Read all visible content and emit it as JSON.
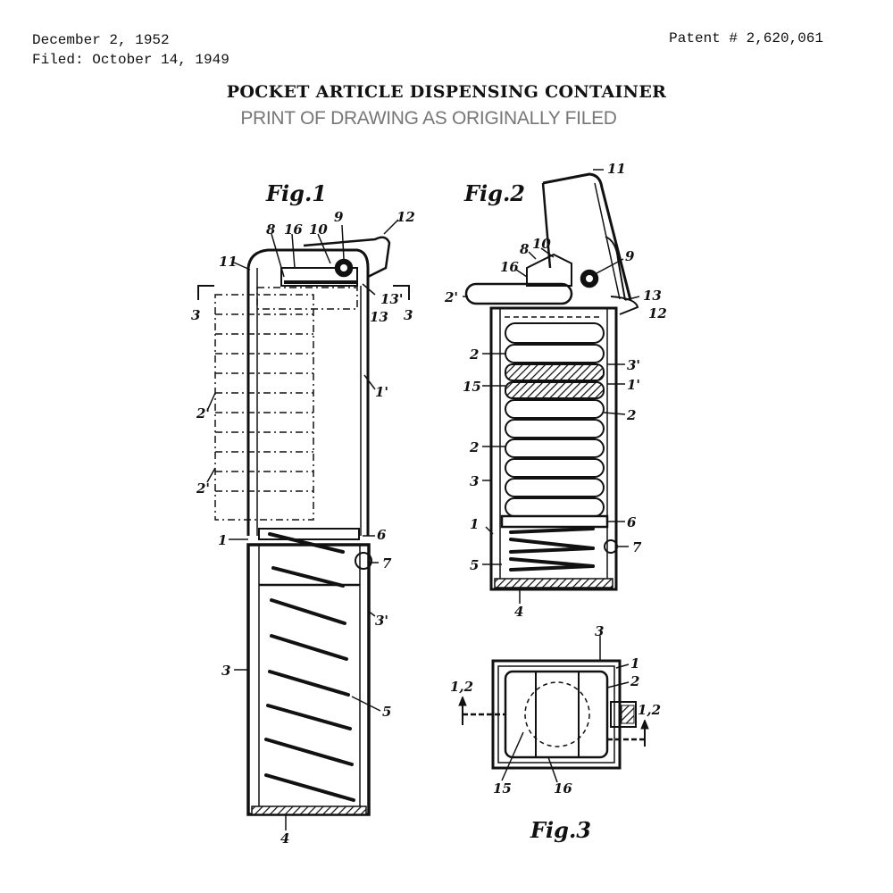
{
  "header": {
    "date": "December 2, 1952",
    "filed": "Filed: October 14, 1949",
    "patent": "Patent # 2,620,061",
    "title": "POCKET ARTICLE DISPENSING CONTAINER",
    "subtitle": "PRINT OF DRAWING AS ORIGINALLY FILED"
  },
  "figures": {
    "fig1": {
      "label": "Fig.1",
      "refs": {
        "r11": "11",
        "r8": "8",
        "r16": "16",
        "r10": "10",
        "r9": "9",
        "r12": "12",
        "r13p": "13'",
        "r13": "13",
        "r3a": "3",
        "r3b": "3",
        "r1p": "1'",
        "r2a": "2'",
        "r2b": "2'",
        "r1": "1",
        "r6": "6",
        "r7": "7",
        "r3p": "3'",
        "r3c": "3",
        "r5": "5",
        "r4": "4"
      }
    },
    "fig2": {
      "label": "Fig.2",
      "refs": {
        "r11": "11",
        "r8": "8",
        "r10": "10",
        "r9": "9",
        "r16": "16",
        "r2p": "2'",
        "r13": "13",
        "r12": "12",
        "r2a": "2",
        "r3p": "3'",
        "r15": "15",
        "r1p": "1'",
        "r2b": "2",
        "r2c": "2",
        "r3": "3",
        "r1": "1",
        "r6": "6",
        "r5": "5",
        "r7": "7",
        "r4": "4"
      }
    },
    "fig3": {
      "label": "Fig.3",
      "refs": {
        "r3": "3",
        "r1": "1",
        "r2": "2",
        "r12a": "1,2",
        "r12b": "1,2",
        "r15": "15",
        "r16": "16"
      }
    }
  }
}
